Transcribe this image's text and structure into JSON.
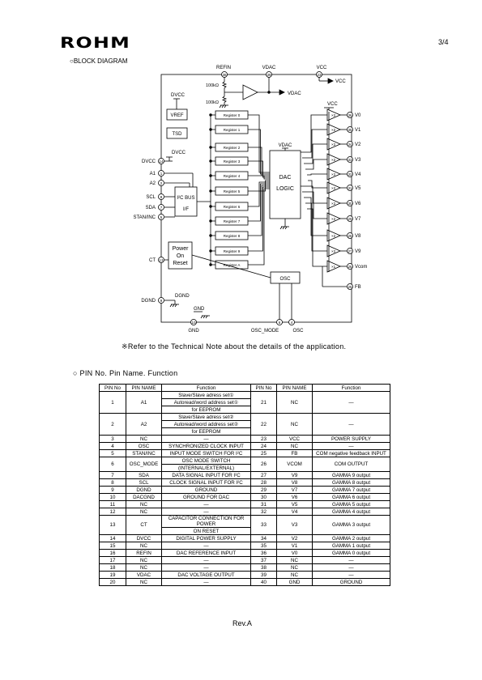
{
  "header": {
    "logo": "ROHM",
    "page": "3/4"
  },
  "block_diagram": {
    "section_title": "○BLOCK DIAGRAM",
    "top_labels": {
      "refin": "REFIN",
      "vdac": "VDAC",
      "vcc": "VCC",
      "refin_pin": "36",
      "vdac_pin": "39",
      "vcc_pin": "23"
    },
    "resistor1": "100kΩ",
    "resistor2": "100kΩ",
    "vcc_arrow": "VCC",
    "vdac_arrow": "VDAC",
    "dvcc_top": "DVCC",
    "vref": "VREF",
    "tsd": "TSD",
    "dvcc_mid": "DVCC",
    "registers": [
      "Register 0",
      "Register 1",
      "Register 2",
      "Register 3",
      "Register 4",
      "Register 5",
      "Register 6",
      "Register 7",
      "Register 8",
      "Register 9",
      "Register A"
    ],
    "vdac_mid": "VDAC",
    "dac": "DAC",
    "logic": "LOGIC",
    "vcc_right": "VCC",
    "i2c_bus": "I²C BUS",
    "i2c_if": "I/F",
    "power_on_reset": [
      "Power",
      "On",
      "Reset"
    ],
    "osc": "OSC",
    "left_pins": [
      {
        "name": "DVCC",
        "num": "14"
      },
      {
        "name": "A1",
        "num": "1"
      },
      {
        "name": "A2",
        "num": "2"
      },
      {
        "name": "SCL",
        "num": "8"
      },
      {
        "name": "SDA",
        "num": "7"
      },
      {
        "name": "STAN/INC",
        "num": "5"
      },
      {
        "name": "CT",
        "num": "13"
      },
      {
        "name": "DGND",
        "num": "9"
      }
    ],
    "amps": [
      "×2",
      "×2",
      "×2",
      "×2",
      "×2",
      "×2",
      "×2",
      "×2",
      "×2",
      "×2",
      "×1"
    ],
    "right_pins": [
      {
        "name": "V0",
        "num": "36"
      },
      {
        "name": "V1",
        "num": "35"
      },
      {
        "name": "V2",
        "num": "34"
      },
      {
        "name": "V3",
        "num": "33"
      },
      {
        "name": "V4",
        "num": "32"
      },
      {
        "name": "V5",
        "num": "31"
      },
      {
        "name": "V6",
        "num": "30"
      },
      {
        "name": "V7",
        "num": "29"
      },
      {
        "name": "V8",
        "num": "28"
      },
      {
        "name": "V9",
        "num": "27"
      },
      {
        "name": "Vcom",
        "num": "26"
      },
      {
        "name": "FB",
        "num": "25"
      }
    ],
    "dgnd_label": "DGND",
    "gnd_label": "GND",
    "bottom_labels": {
      "gnd": "GND",
      "osc_mode": "OSC_MODE",
      "osc": "OSC",
      "gnd_pin": "10",
      "osc_mode_pin": "6",
      "osc_pin": "4"
    }
  },
  "note": "※Refer to the Technical Note about the details of the application.",
  "pin_section_title": "○ PIN No. Pin Name. Function",
  "pin_table": {
    "headers": [
      "PIN No",
      "PIN NAME",
      "Function",
      "PIN No",
      "PIN NAME",
      "Function"
    ],
    "left_rows": [
      {
        "no": "1",
        "name": "A1",
        "func": [
          "Slave/Slave adress set①",
          "Autoread/word address set①",
          "for EEPROM"
        ]
      },
      {
        "no": "2",
        "name": "A2",
        "func": [
          "Slave/Slave adress set②",
          "Autoread/word address set②",
          "for EEPROM"
        ]
      },
      {
        "no": "3",
        "name": "NC",
        "func": [
          "—"
        ]
      },
      {
        "no": "4",
        "name": "OSC",
        "func": [
          "SYNCHRONIZED CLOCK INPUT"
        ]
      },
      {
        "no": "5",
        "name": "STAN/INC",
        "func": [
          "INPUT MODE SWITCH FOR I²C"
        ]
      },
      {
        "no": "6",
        "name": "OSC_MODE",
        "func": [
          "OSC MODE SWITCH",
          "(INTERNAL/EXTERNAL)"
        ]
      },
      {
        "no": "7",
        "name": "SDA",
        "func": [
          "DATA SIGNAL INPUT FOR I²C"
        ]
      },
      {
        "no": "8",
        "name": "SCL",
        "func": [
          "CLOCK SIGNAL INPUT FOR I²C"
        ]
      },
      {
        "no": "9",
        "name": "DGND",
        "func": [
          "GROUND"
        ]
      },
      {
        "no": "10",
        "name": "DACGND",
        "func": [
          "GROUND FOR DAC"
        ]
      },
      {
        "no": "11",
        "name": "NC",
        "func": [
          "—"
        ]
      },
      {
        "no": "12",
        "name": "NC",
        "func": [
          "—"
        ]
      },
      {
        "no": "13",
        "name": "CT",
        "func": [
          "CAPACITOR CONNECTION FOR POWER",
          "ON RESET"
        ]
      },
      {
        "no": "14",
        "name": "DVCC",
        "func": [
          "DIGITAL POWER SUPPLY"
        ]
      },
      {
        "no": "15",
        "name": "NC",
        "func": [
          "—"
        ]
      },
      {
        "no": "16",
        "name": "REFIN",
        "func": [
          "DAC REFERENCE INPUT"
        ]
      },
      {
        "no": "17",
        "name": "NC",
        "func": [
          "—"
        ]
      },
      {
        "no": "18",
        "name": "NC",
        "func": [
          "—"
        ]
      },
      {
        "no": "19",
        "name": "VDAC",
        "func": [
          "DAC VOLTAGE OUTPUT"
        ]
      },
      {
        "no": "20",
        "name": "NC",
        "func": [
          "—"
        ]
      }
    ],
    "right_rows": [
      {
        "no": "21",
        "name": "NC",
        "func": "—"
      },
      {
        "no": "22",
        "name": "NC",
        "func": "—"
      },
      {
        "no": "23",
        "name": "VCC",
        "func": "POWER SUPPLY"
      },
      {
        "no": "24",
        "name": "NC",
        "func": "—"
      },
      {
        "no": "25",
        "name": "FB",
        "func": "COM negative feedback INPUT"
      },
      {
        "no": "26",
        "name": "VCOM",
        "func": "COM OUTPUT"
      },
      {
        "no": "27",
        "name": "V9",
        "func": "GAMMA 9 output"
      },
      {
        "no": "28",
        "name": "V8",
        "func": "GAMMA 8 output"
      },
      {
        "no": "29",
        "name": "V7",
        "func": "GAMMA 7 output"
      },
      {
        "no": "30",
        "name": "V6",
        "func": "GAMMA 6 output"
      },
      {
        "no": "31",
        "name": "V5",
        "func": "GAMMA 5 output"
      },
      {
        "no": "32",
        "name": "V4",
        "func": "GAMMA 4 output"
      },
      {
        "no": "33",
        "name": "V3",
        "func": "GAMMA 3 output"
      },
      {
        "no": "34",
        "name": "V2",
        "func": "GAMMA 2 output"
      },
      {
        "no": "35",
        "name": "V1",
        "func": "GAMMA 1 output"
      },
      {
        "no": "36",
        "name": "V0",
        "func": "GAMMA 0 output"
      },
      {
        "no": "37",
        "name": "NC",
        "func": "—"
      },
      {
        "no": "38",
        "name": "NC",
        "func": "—"
      },
      {
        "no": "39",
        "name": "NC",
        "func": "—"
      },
      {
        "no": "40",
        "name": "GND",
        "func": "GROUND"
      }
    ]
  },
  "footer": "Rev.A"
}
